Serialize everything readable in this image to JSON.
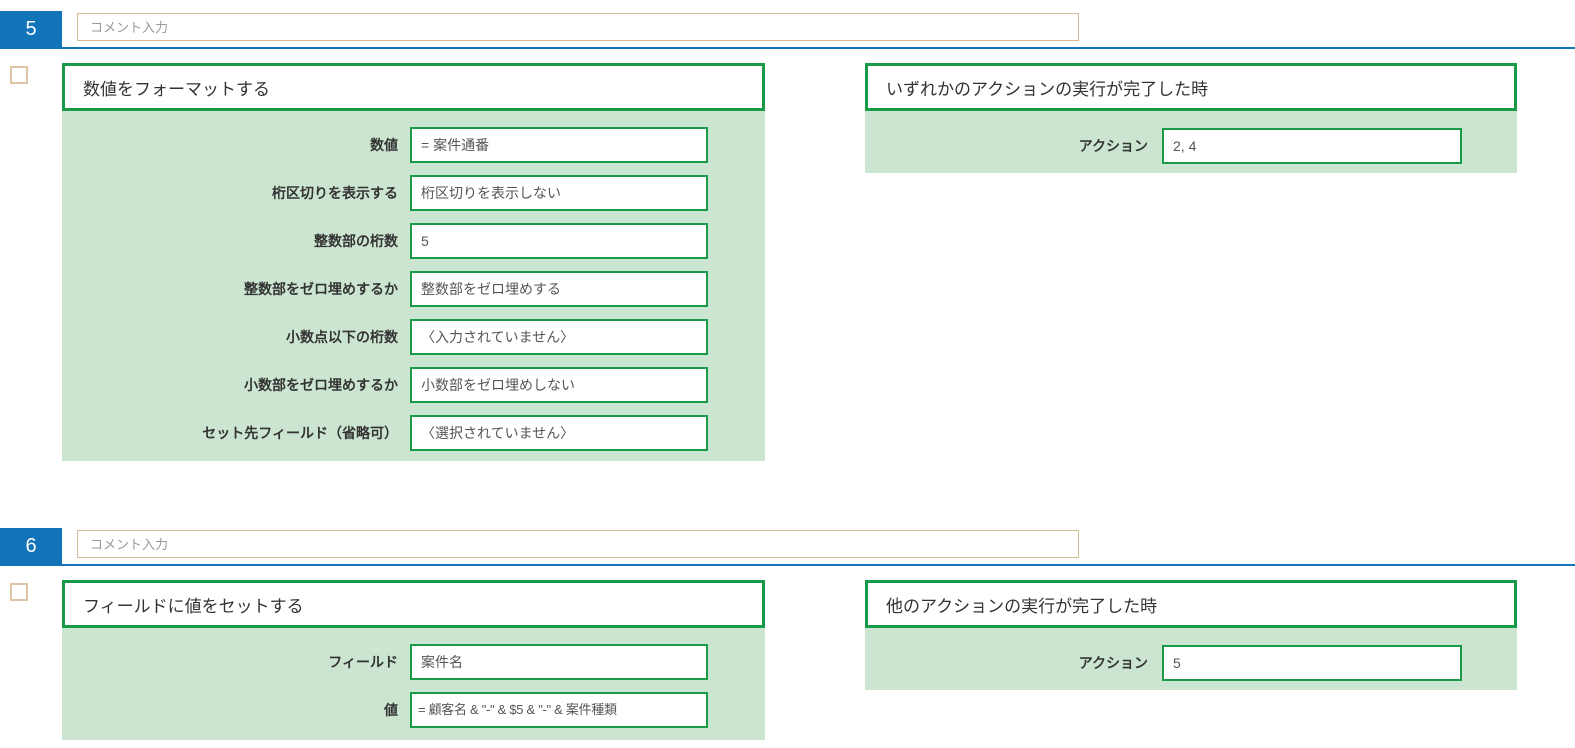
{
  "colors": {
    "accent_blue": "#1173b8",
    "border_green": "#189a49",
    "panel_green": "#cbe5d0",
    "tan_border": "#d5bb97"
  },
  "sections": [
    {
      "number": "5",
      "comment_placeholder": "コメント入力",
      "action": {
        "title": "数値をフォーマットする",
        "rows": [
          {
            "label": "数値",
            "value": "= 案件通番"
          },
          {
            "label": "桁区切りを表示する",
            "value": "桁区切りを表示しない"
          },
          {
            "label": "整数部の桁数",
            "value": "5"
          },
          {
            "label": "整数部をゼロ埋めするか",
            "value": "整数部をゼロ埋めする"
          },
          {
            "label": "小数点以下の桁数",
            "value": "〈入力されていません〉"
          },
          {
            "label": "小数部をゼロ埋めするか",
            "value": "小数部をゼロ埋めしない"
          },
          {
            "label": "セット先フィールド（省略可）",
            "value": "〈選択されていません〉"
          }
        ]
      },
      "trigger": {
        "title": "いずれかのアクションの実行が完了した時",
        "rows": [
          {
            "label": "アクション",
            "value": "2, 4"
          }
        ]
      }
    },
    {
      "number": "6",
      "comment_placeholder": "コメント入力",
      "action": {
        "title": "フィールドに値をセットする",
        "rows": [
          {
            "label": "フィールド",
            "value": "案件名"
          },
          {
            "label": "値",
            "value": "= 顧客名 & \"-\" & $5 & \"-\" & 案件種類"
          }
        ]
      },
      "trigger": {
        "title": "他のアクションの実行が完了した時",
        "rows": [
          {
            "label": "アクション",
            "value": "5"
          }
        ]
      }
    }
  ]
}
